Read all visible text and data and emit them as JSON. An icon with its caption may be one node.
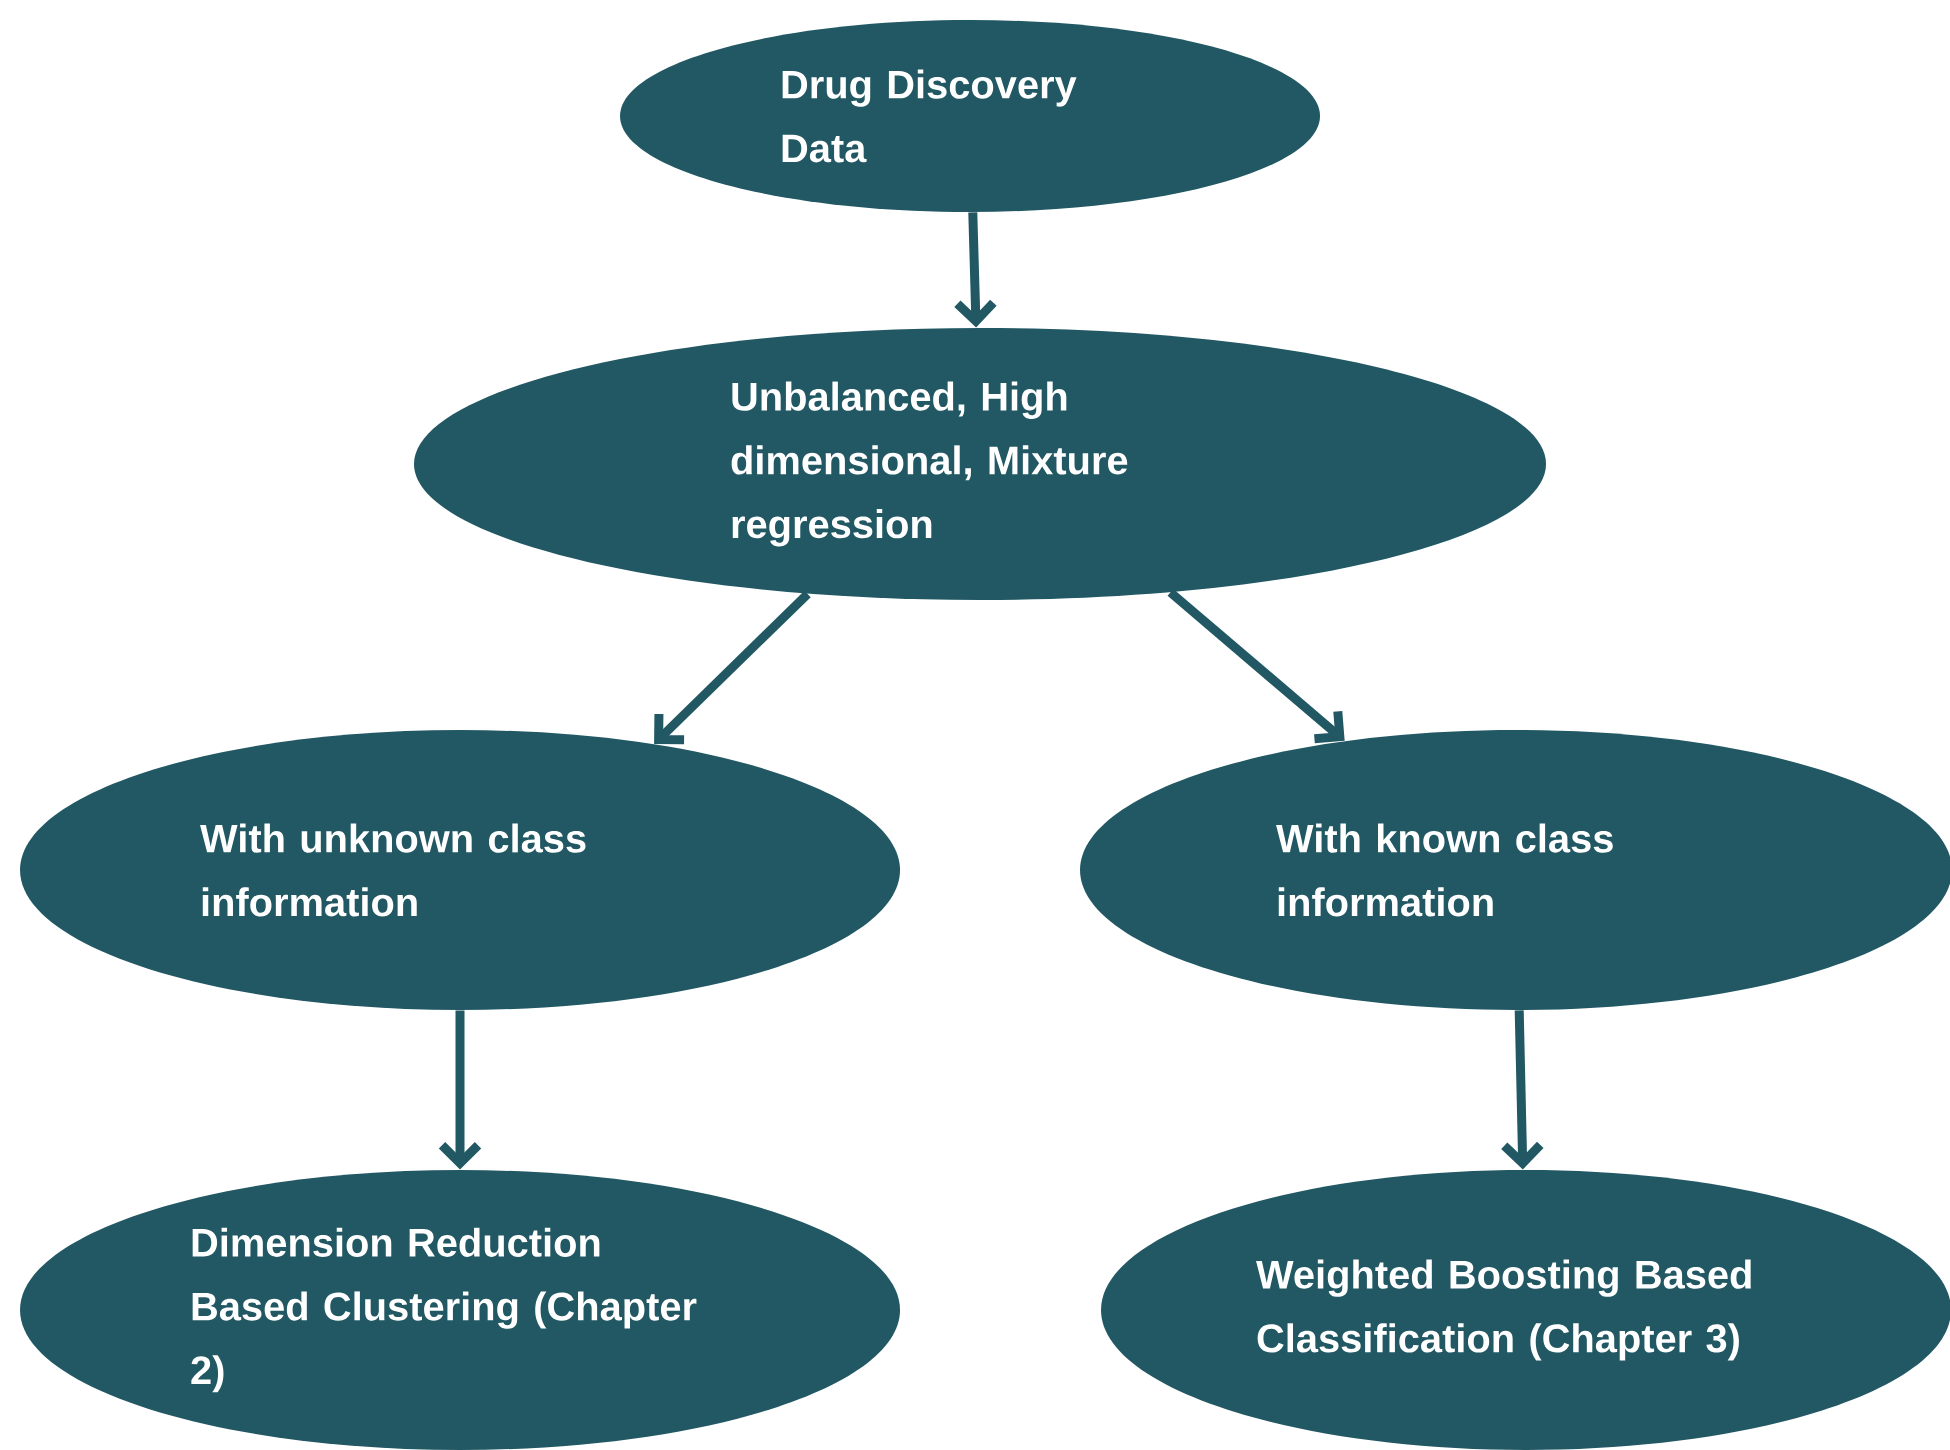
{
  "diagram": {
    "nodes": [
      {
        "text": [
          "Drug Discovery Data"
        ]
      },
      {
        "text": [
          "Unbalanced, High dimensional, Mixture regression"
        ]
      },
      {
        "text": [
          "With unknown class information"
        ]
      },
      {
        "text": [
          "With known class information"
        ]
      },
      {
        "text": [
          "Dimension Reduction Based Clustering (Chapter 2)"
        ]
      },
      {
        "text": [
          "Weighted Boosting Based Classification (Chapter 3)"
        ]
      }
    ],
    "edges": [
      {
        "from": 0,
        "to": 1,
        "arrow": "to"
      },
      {
        "from": 1,
        "to": 2,
        "arrow": "to"
      },
      {
        "from": 1,
        "to": 3,
        "arrow": "to"
      },
      {
        "from": 2,
        "to": 4,
        "arrow": "to"
      },
      {
        "from": 3,
        "to": 5,
        "arrow": "to"
      }
    ]
  }
}
